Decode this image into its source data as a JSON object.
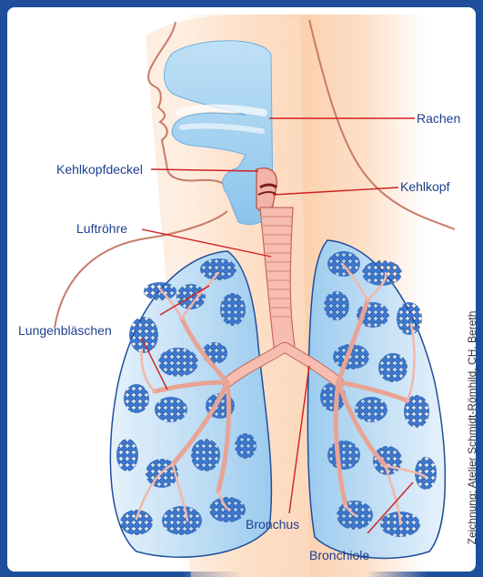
{
  "labels": {
    "rachen": "Rachen",
    "kehlkopfdeckel": "Kehlkopfdeckel",
    "kehlkopf": "Kehlkopf",
    "luftroehre": "Luftröhre",
    "lungenblaeschen": "Lungenbläschen",
    "bronchus": "Bronchus",
    "bronchiole": "Bronchiole"
  },
  "credit": "Zeichnung: Atelier Schmidt-Römhild, CH. Bereth",
  "colors": {
    "frame": "#1e4e9c",
    "skin": "#fcd9be",
    "lung": "#cfe6f7",
    "alveoli": "#3a78d2",
    "bronchi": "#f5b7ac",
    "leader": "#d12020",
    "label_text": "#1d3f8f"
  }
}
